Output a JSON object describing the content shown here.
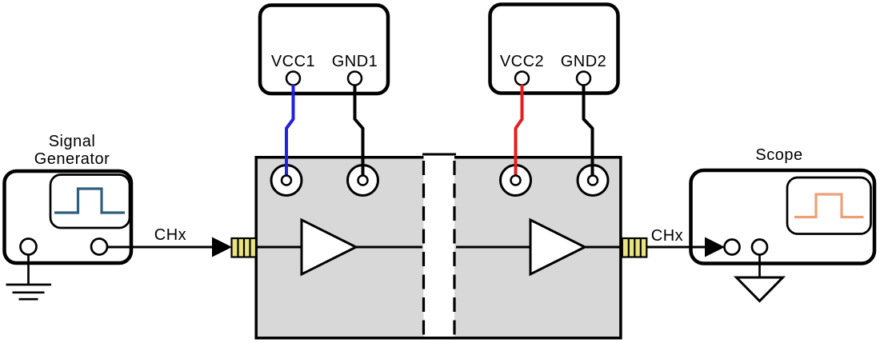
{
  "diagram": {
    "signal_generator": {
      "label_line1": "Signal",
      "label_line2": "Generator"
    },
    "scope": {
      "label": "Scope"
    },
    "power_supply_1": {
      "vcc_label": "VCC1",
      "gnd_label": "GND1"
    },
    "power_supply_2": {
      "vcc_label": "VCC2",
      "gnd_label": "GND2"
    },
    "input_channel_label": "CHx",
    "output_channel_label": "CHx",
    "colors": {
      "outline": "#000000",
      "vcc1_wire": "#2222dd",
      "vcc2_wire": "#e51c1c",
      "gnd_wire": "#000000",
      "signal_generator_waveform": "#2e5f7d",
      "scope_waveform": "#eda078",
      "connector": "#e9e47e",
      "dut_fill": "#d8d8d8"
    }
  }
}
